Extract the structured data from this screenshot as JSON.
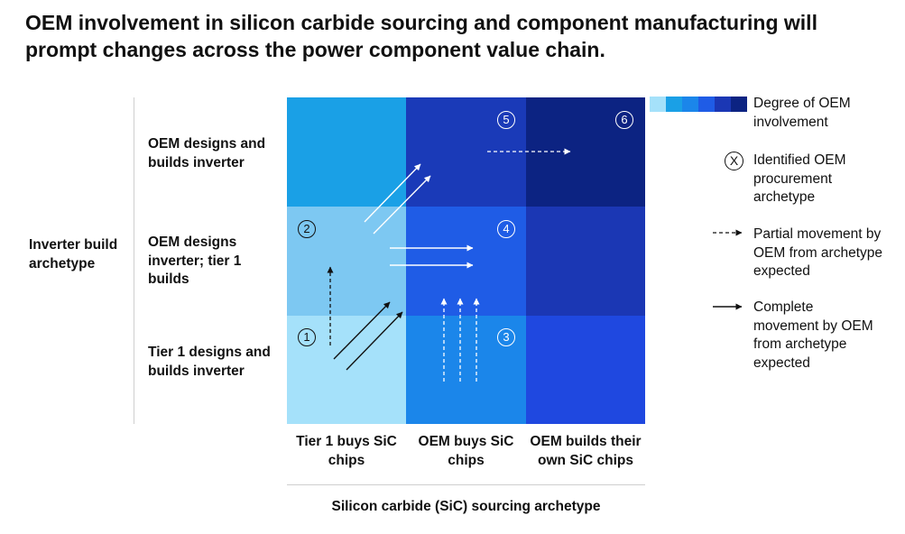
{
  "title": "OEM involvement in silicon carbide sourcing and component manufacturing will prompt changes across the power component value chain.",
  "y_axis_label": [
    "Inverter build",
    "archetype"
  ],
  "rows": [
    {
      "label": [
        "OEM designs and",
        "builds inverter"
      ]
    },
    {
      "label": [
        "OEM designs",
        "inverter; tier 1",
        "builds"
      ]
    },
    {
      "label": [
        "Tier 1 designs and",
        "builds inverter"
      ]
    }
  ],
  "columns": [
    {
      "label": [
        "Tier 1 buys SiC",
        "chips"
      ]
    },
    {
      "label": [
        "OEM buys SiC",
        "chips"
      ]
    },
    {
      "label": [
        "OEM builds their",
        "own SiC chips"
      ]
    }
  ],
  "x_axis_label": "Silicon carbide (SiC) sourcing archetype",
  "grid_colors": [
    [
      "#1aa0e6",
      "#1a3ab8",
      "#0c2382"
    ],
    [
      "#7dc8f2",
      "#1f5ce6",
      "#1b37b4"
    ],
    [
      "#a5e1fa",
      "#1b86ea",
      "#1f48e0"
    ]
  ],
  "archetype_numbers": [
    "1",
    "2",
    "3",
    "4",
    "5",
    "6"
  ],
  "legend": {
    "degree_label": [
      "Degree of OEM",
      "involvement"
    ],
    "degree_colors": [
      "#a5e1fa",
      "#7dc8f2",
      "#1aa0e6",
      "#1b86ea",
      "#1f5ce6",
      "#1b37b4",
      "#0c2382"
    ],
    "archetype_symbol": "X",
    "archetype_label": [
      "Identified OEM",
      "procurement",
      "archetype"
    ],
    "partial_label": [
      "Partial movement by",
      "OEM from archetype",
      "expected"
    ],
    "complete_label": [
      "Complete",
      "movement by OEM",
      "from archetype",
      "expected"
    ]
  }
}
